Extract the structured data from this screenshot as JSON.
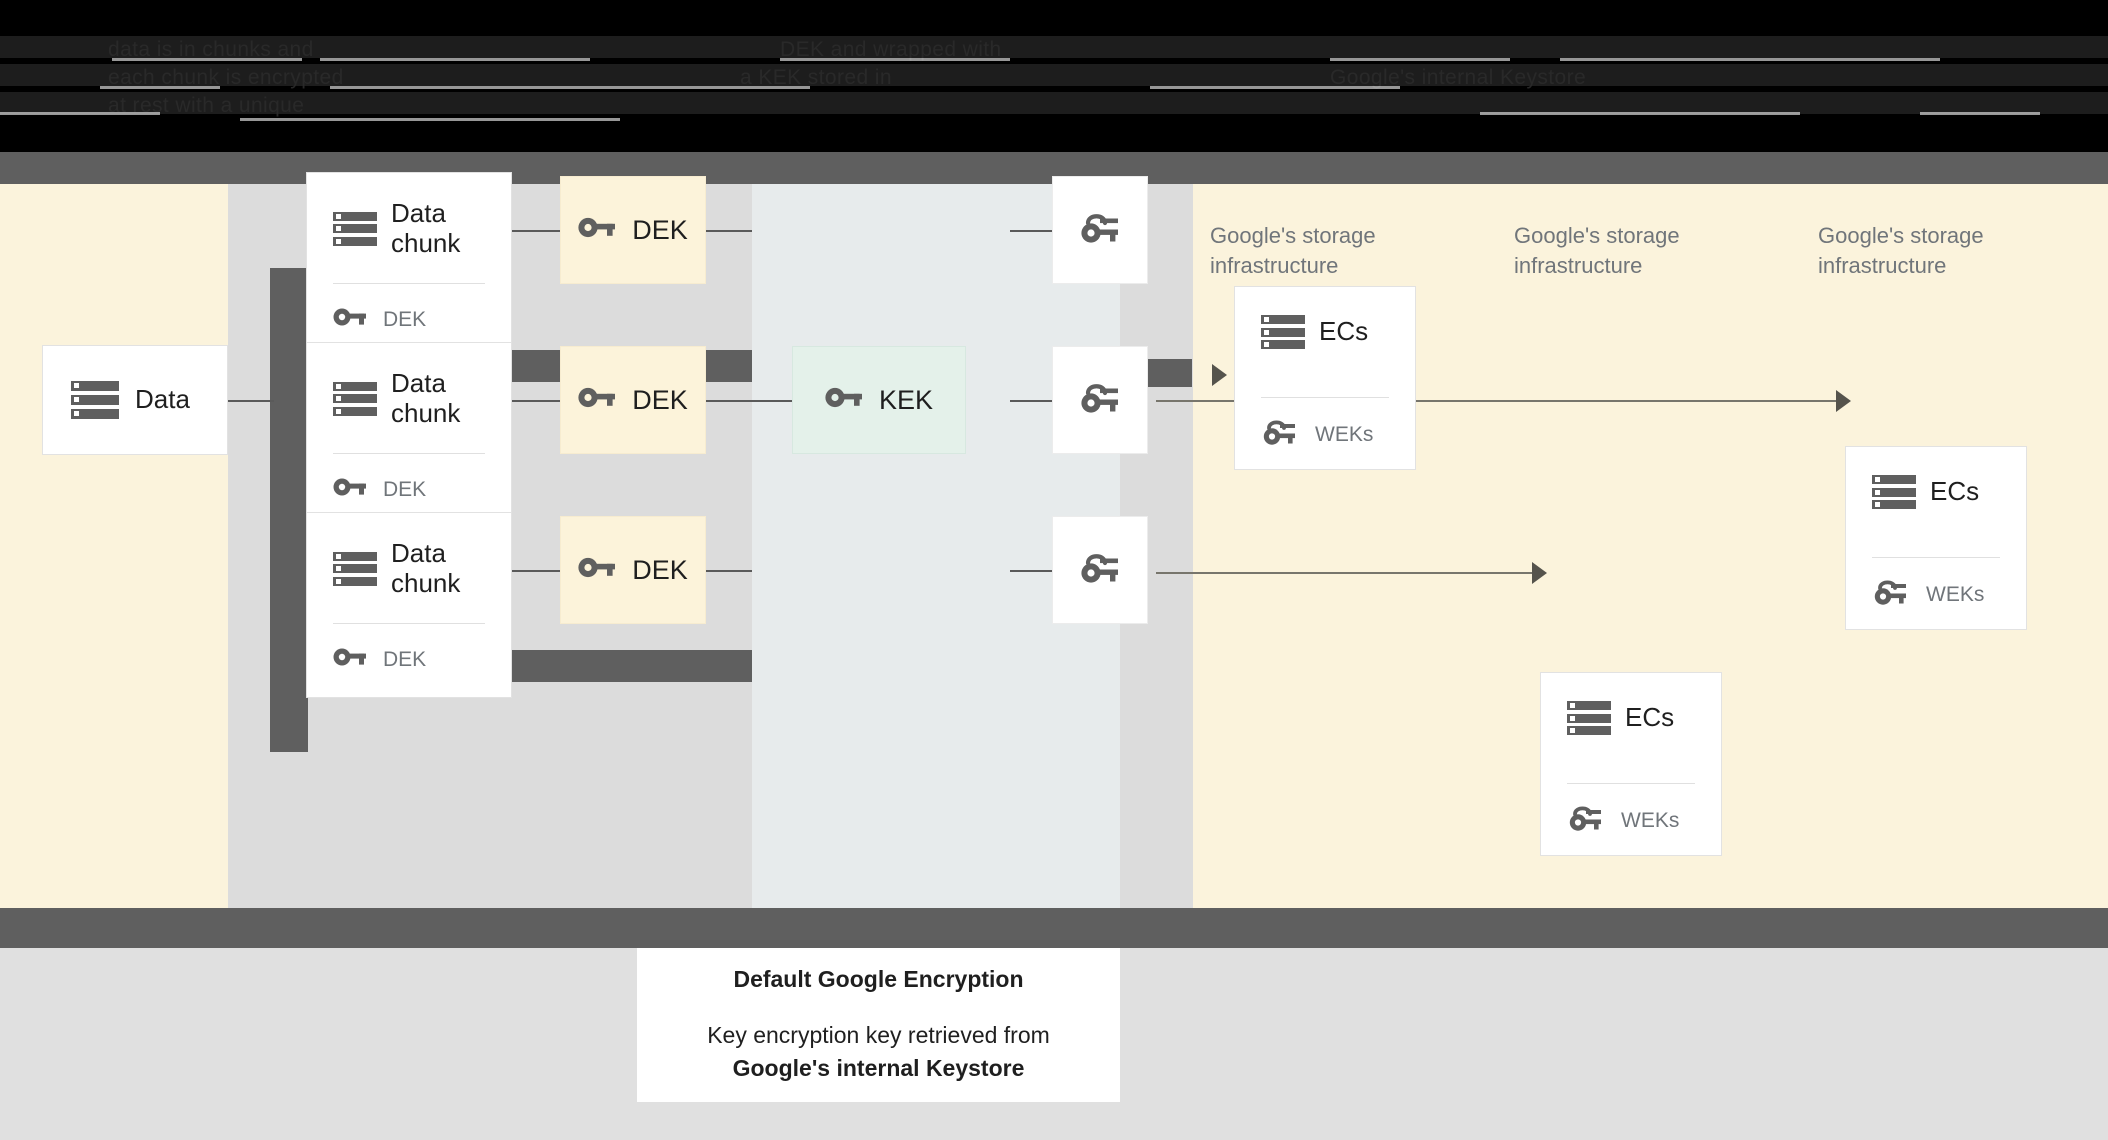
{
  "banner": {
    "obscured": true,
    "note": "top banner text is rendered dark-on-black and is illegible",
    "lines": [
      "data is  in chunks and",
      "each  chunk is encrypted",
      "at rest with a unique",
      "DEK and  wrapped with",
      "a KEK stored in",
      "Google's internal Keystore"
    ]
  },
  "diagram": {
    "source": {
      "label": "Data",
      "icon": "server-icon"
    },
    "chunks": [
      {
        "title": "Data\nchunk",
        "icon": "server-icon",
        "key_label": "DEK",
        "key_icon": "key-icon"
      },
      {
        "title": "Data\nchunk",
        "icon": "server-icon",
        "key_label": "DEK",
        "key_icon": "key-icon"
      },
      {
        "title": "Data\nchunk",
        "icon": "server-icon",
        "key_label": "DEK",
        "key_icon": "key-icon"
      }
    ],
    "deks": [
      {
        "label": "DEK",
        "icon": "key-icon"
      },
      {
        "label": "DEK",
        "icon": "key-icon"
      },
      {
        "label": "DEK",
        "icon": "key-icon"
      }
    ],
    "kek": {
      "label": "KEK",
      "icon": "key-icon"
    },
    "wrapped_keys": [
      {
        "icon": "wrapped-key-icon"
      },
      {
        "icon": "wrapped-key-icon"
      },
      {
        "icon": "wrapped-key-icon"
      }
    ],
    "storage_labels": [
      "Google's storage\ninfrastructure",
      "Google's storage\ninfrastructure",
      "Google's storage\ninfrastructure"
    ],
    "ec_cards": [
      {
        "title": "ECs",
        "icon": "server-icon",
        "key_label": "WEKs",
        "key_icon": "wrapped-key-icon"
      },
      {
        "title": "ECs",
        "icon": "server-icon",
        "key_label": "WEKs",
        "key_icon": "wrapped-key-icon"
      },
      {
        "title": "ECs",
        "icon": "server-icon",
        "key_label": "WEKs",
        "key_icon": "wrapped-key-icon"
      }
    ]
  },
  "caption": {
    "title": "Default Google Encryption",
    "body_line1": "Key encryption key retrieved from",
    "body_line2": "Google's internal Keystore"
  },
  "colors": {
    "cream": "#fbf3dc",
    "gray_band": "#dcdcdc",
    "blue_band": "#e7ebec",
    "dark_gray": "#5f5f5f",
    "dek_fill": "#fcf3da",
    "kek_fill": "#e4f1ea",
    "card_white": "#ffffff",
    "bottom_gray": "#e0e0e0",
    "muted_text": "#70757a",
    "body_text": "#1f1f1f"
  }
}
